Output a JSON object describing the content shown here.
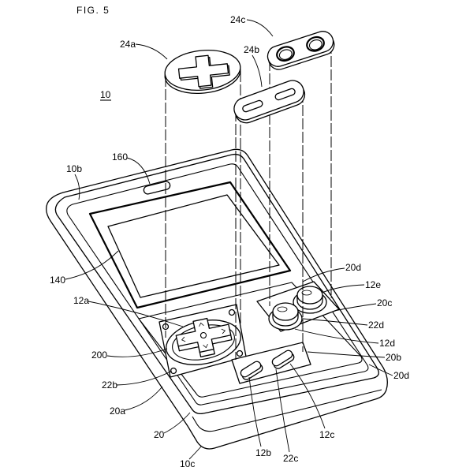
{
  "figure": {
    "title": "FIG. 5",
    "ref": "10"
  },
  "callouts": [
    "24c",
    "24a",
    "24b",
    "160",
    "10b",
    "140",
    "20d",
    "12e",
    "12a",
    "20c",
    "22d",
    "12d",
    "200",
    "20b",
    "20d",
    "22b",
    "20a",
    "20",
    "12b",
    "22c",
    "12c",
    "10c"
  ]
}
